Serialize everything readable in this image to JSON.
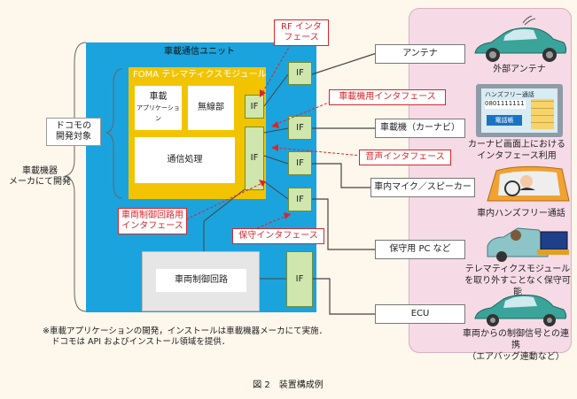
{
  "unit_title": "車載通信ユニット",
  "foma_title": "FOMA テレマティクスモジュール",
  "foma_blocks": {
    "app_line1": "車載",
    "app_line2": "アプリケーション",
    "radio": "無線部",
    "comm": "通信処理"
  },
  "if_label": "IF",
  "vehicle_control": "車両制御回路",
  "left_labels": {
    "docomo_line1": "ドコモの",
    "docomo_line2": "開発対象",
    "maker_line1": "車載機器",
    "maker_line2": "メーカにて開発"
  },
  "red_labels": {
    "rf_line1": "RF インタ",
    "rf_line2": "フェース",
    "device_if": "車載機用インタフェース",
    "audio_if": "音声インタフェース",
    "control_line1": "車両制御回路用",
    "control_line2": "インタフェース",
    "maintenance_if": "保守インタフェース"
  },
  "external_devices": {
    "antenna": "アンテナ",
    "car_navi": "車載機（カーナビ）",
    "mic_speaker": "車内マイク／スピーカー",
    "pc": "保守用 PC など",
    "ecu": "ECU"
  },
  "right_captions": {
    "ext_antenna": "外部アンテナ",
    "navi_line1": "カーナビ画面上における",
    "navi_line2": "インタフェース利用",
    "handsfree": "車内ハンズフリー通話",
    "maint_line1": "テレマティクスモジュール",
    "maint_line2": "を取り外すことなく保守可能",
    "ecu_line1": "車両からの制御信号との連携",
    "ecu_line2": "（エアバッグ連動など）"
  },
  "navi_screen": {
    "title": "ハンズフリー通話",
    "number": "0801111111",
    "button": "電話帳"
  },
  "note_line1": "※車載アプリケーションの開発，インストールは車載機器メーカにて実施．",
  "note_line2": "ドコモは API およびインストール領域を提供．",
  "figure_caption": "図 2　装置構成例"
}
